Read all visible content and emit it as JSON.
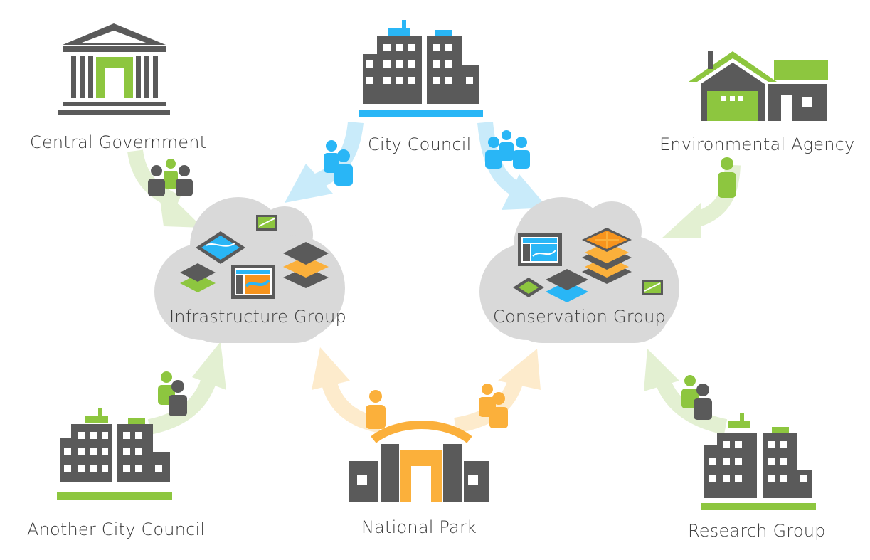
{
  "colors": {
    "gray": "#5a5a5a",
    "green": "#8dc63f",
    "green_light": "#d9ecc1",
    "blue": "#29b6f6",
    "blue_light": "#b3e5fc",
    "orange": "#fbb03b",
    "orange_light": "#fde6bf",
    "cloud": "#d9d9d9"
  },
  "nodes": {
    "central_government": "Central Government",
    "city_council": "City Council",
    "environmental_agency": "Environmental Agency",
    "another_city_council": "Another City Council",
    "national_park": "National Park",
    "research_group": "Research Group"
  },
  "groups": {
    "infrastructure": "Infrastructure Group",
    "conservation": "Conservation Group"
  }
}
